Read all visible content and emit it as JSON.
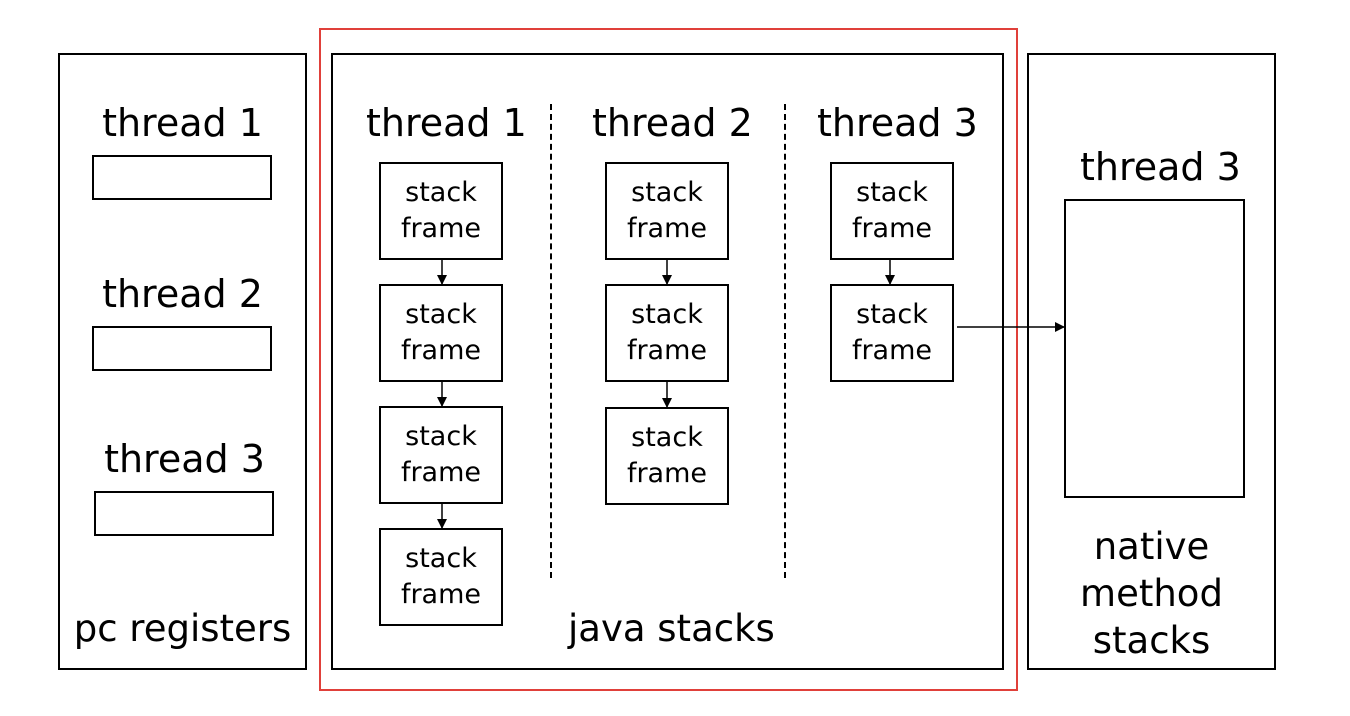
{
  "pc_registers": {
    "threads": [
      "thread 1",
      "thread 2",
      "thread 3"
    ],
    "label": "pc registers"
  },
  "java_stacks": {
    "label": "java stacks",
    "columns": [
      {
        "title": "thread 1",
        "frames": [
          {
            "line1": "stack",
            "line2": "frame"
          },
          {
            "line1": "stack",
            "line2": "frame"
          },
          {
            "line1": "stack",
            "line2": "frame"
          },
          {
            "line1": "stack",
            "line2": "frame"
          }
        ]
      },
      {
        "title": "thread 2",
        "frames": [
          {
            "line1": "stack",
            "line2": "frame"
          },
          {
            "line1": "stack",
            "line2": "frame"
          },
          {
            "line1": "stack",
            "line2": "frame"
          }
        ]
      },
      {
        "title": "thread 3",
        "frames": [
          {
            "line1": "stack",
            "line2": "frame"
          },
          {
            "line1": "stack",
            "line2": "frame"
          }
        ]
      }
    ]
  },
  "native_method_stacks": {
    "thread": "thread 3",
    "label_lines": [
      "native",
      "method",
      "stacks"
    ]
  },
  "colors": {
    "highlight": "#e0403a",
    "stroke": "#000000"
  }
}
